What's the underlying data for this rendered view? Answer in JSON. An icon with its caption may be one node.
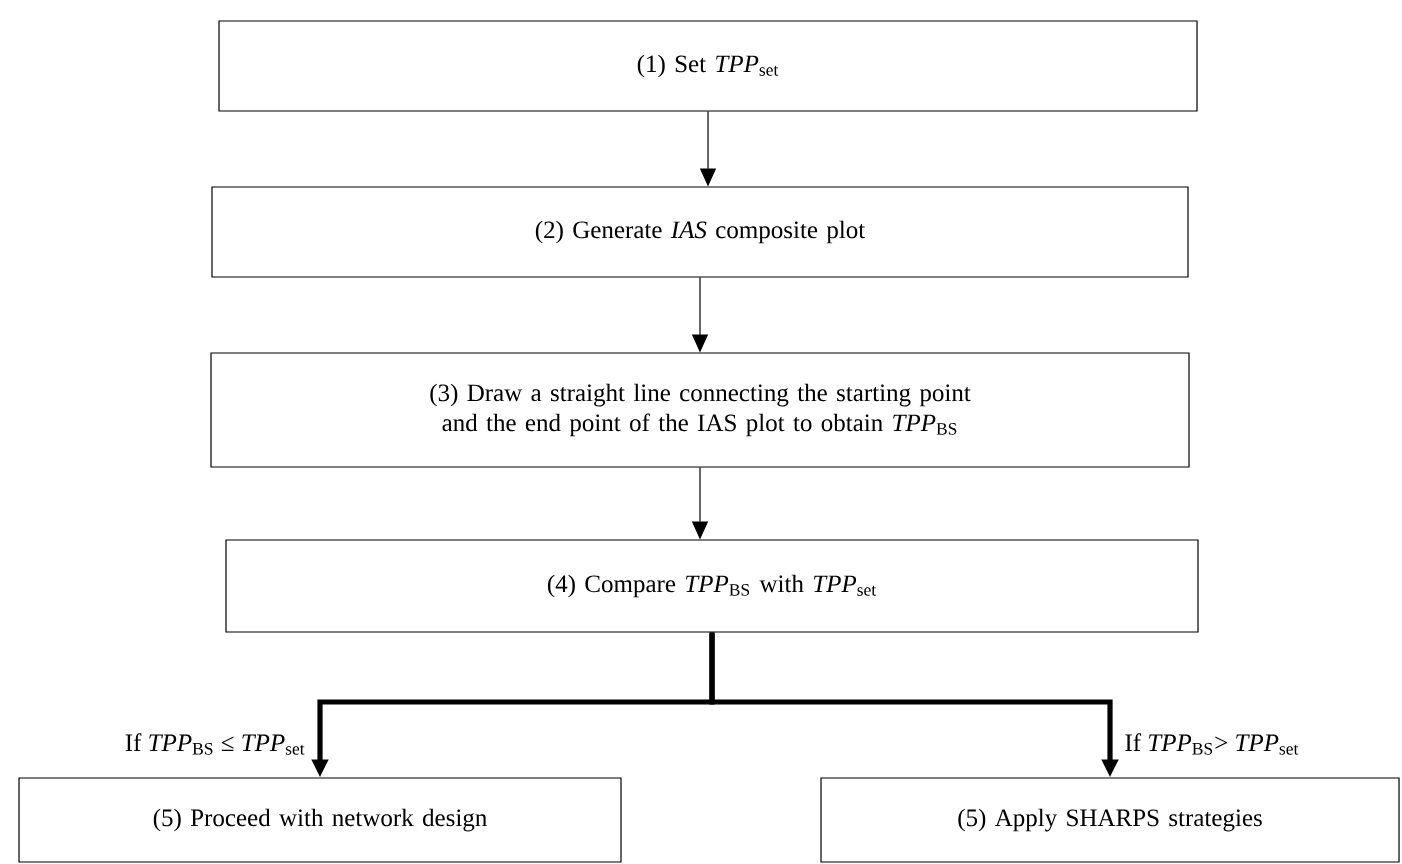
{
  "diagram": {
    "nodes": [
      {
        "text": [
          "(1) Set *TPP*$_{set}$"
        ]
      },
      {
        "text": [
          "(2) Generate *IAS* composite plot"
        ]
      },
      {
        "text": [
          "(3) Draw a straight line connecting the starting point and the end point of the IAS plot to obtain *TPP*$_{BS}$"
        ]
      },
      {
        "text": [
          "(4) Compare *TPP*$_{BS}$ with *TPP*$_{set}$"
        ]
      },
      {
        "text": [
          "(5) Proceed with network design"
        ]
      },
      {
        "text": [
          "(5) Apply SHARPS strategies"
        ]
      }
    ],
    "edges": [
      {
        "from": 0,
        "to": 1,
        "arrow": "to"
      },
      {
        "from": 1,
        "to": 2,
        "arrow": "to"
      },
      {
        "from": 2,
        "to": 3,
        "arrow": "to"
      },
      {
        "from": 3,
        "to": 4,
        "arrow": "to",
        "style": "thick",
        "label": "If *TPP*$_{BS}$ ≤ *TPP*$_{set}$"
      },
      {
        "from": 3,
        "to": 5,
        "arrow": "to",
        "style": "thick",
        "label": "If *TPP*$_{BS}$> *TPP*$_{set}$"
      }
    ]
  }
}
